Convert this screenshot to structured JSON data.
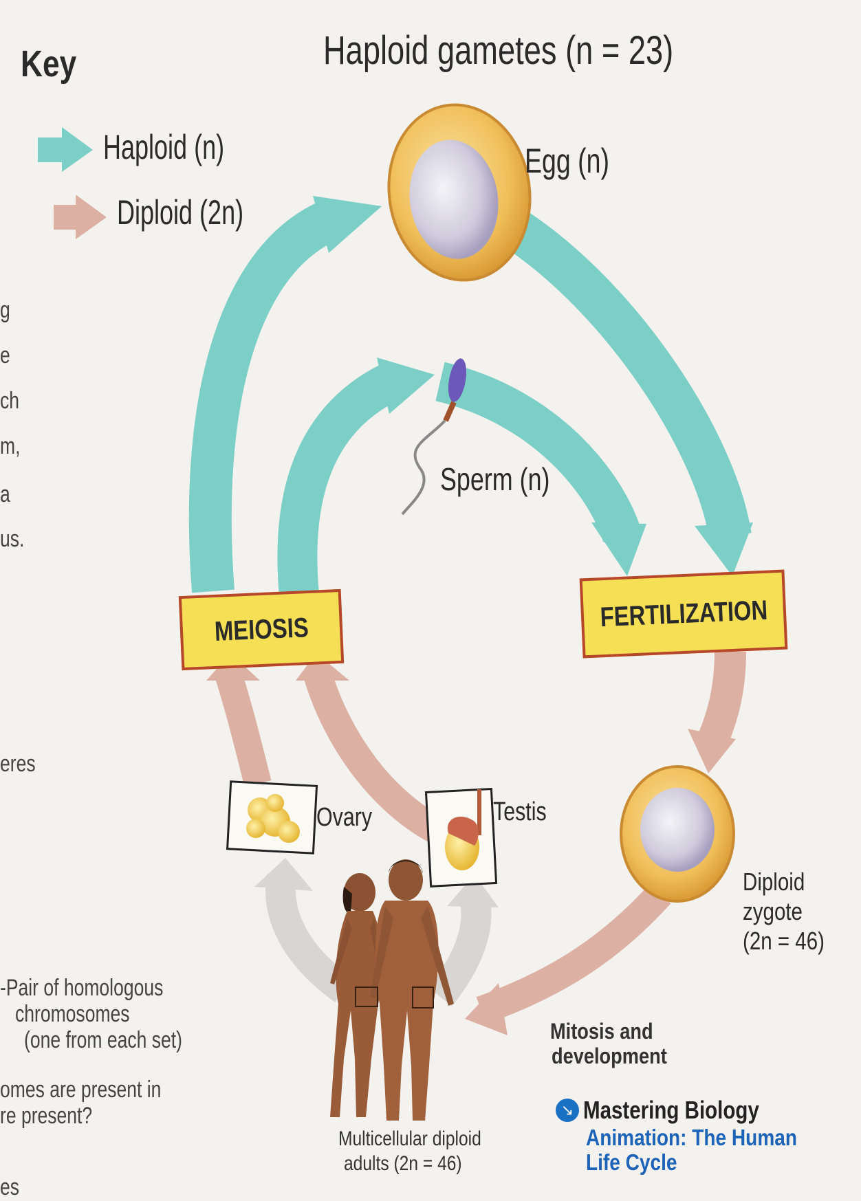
{
  "key": {
    "title": "Key",
    "haploid_label": "Haploid (n)",
    "diploid_label": "Diploid (2n)",
    "haploid_color": "#7ccfc6",
    "diploid_color": "#dcb1a4"
  },
  "title": "Haploid gametes (n = 23)",
  "cells": {
    "egg": "Egg (n)",
    "sperm": "Sperm (n)",
    "zygote_line1": "Diploid",
    "zygote_line2": "zygote",
    "zygote_line3": "(2n = 46)"
  },
  "stages": {
    "meiosis": "MEIOSIS",
    "fertilization": "FERTILIZATION",
    "box_color": "#f4df55",
    "box_border": "#b7472a"
  },
  "organs": {
    "ovary": "Ovary",
    "testis": "Testis"
  },
  "development": {
    "line1": "Mitosis and",
    "line2": "development"
  },
  "adults": {
    "line1": "Multicellular diploid",
    "line2": "adults (2n = 46)"
  },
  "mastering": {
    "brand": "Mastering Biology",
    "link_line1": "Animation: The Human",
    "link_line2": "Life Cycle",
    "link_color": "#1d63b8"
  },
  "margin_text": {
    "l1": "g",
    "l2": "e",
    "l3": "ch",
    "l4": "m,",
    "l5": "a",
    "l6": "us.",
    "l7": "eres",
    "l8": "-Pair of homologous",
    "l9": "chromosomes",
    "l10": "(one from each set)",
    "l11": "omes are present in",
    "l12": "re present?",
    "l13": "es"
  }
}
